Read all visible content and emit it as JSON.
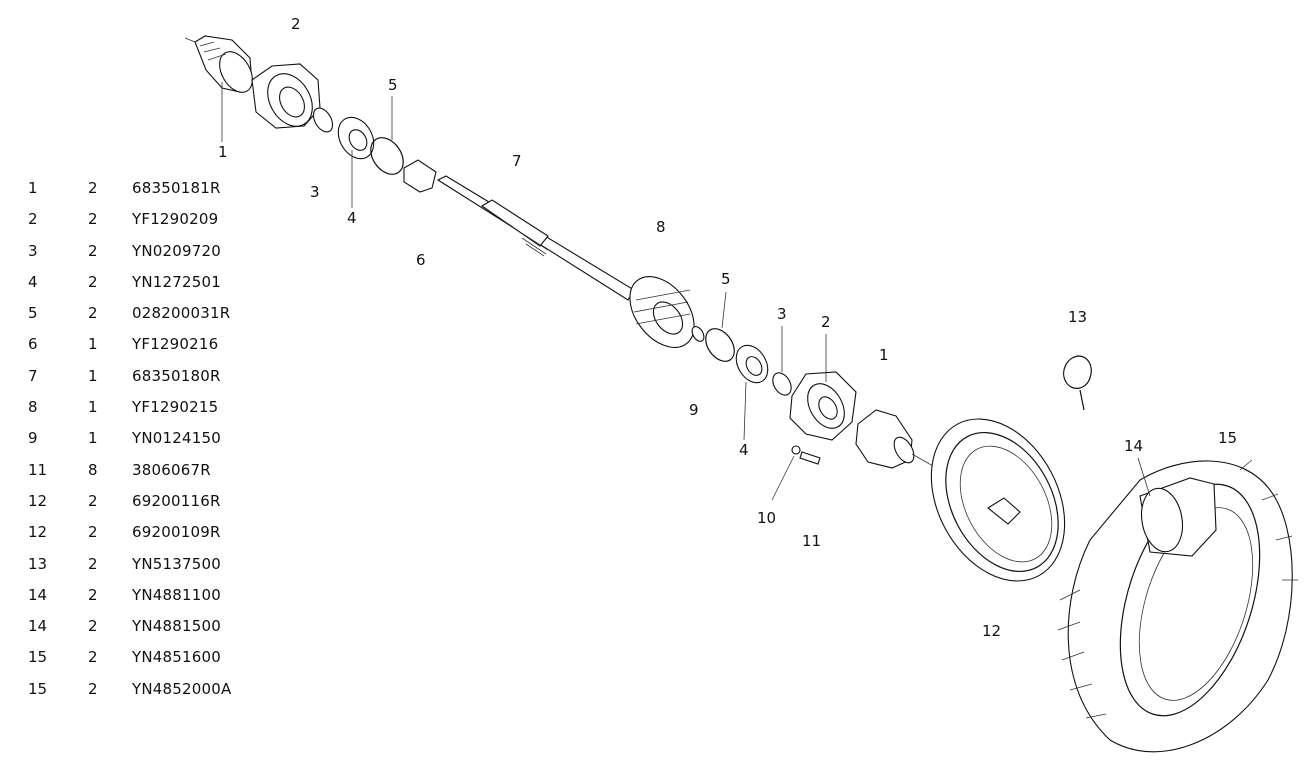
{
  "diagram": {
    "callouts": {
      "c1_top": "1",
      "c2_top": "2",
      "c3_top": "3",
      "c4_top": "4",
      "c5_top": "5",
      "c6": "6",
      "c7": "7",
      "c8": "8",
      "c5_mid": "5",
      "c3_mid": "3",
      "c2_mid": "2",
      "c1_mid": "1",
      "c9": "9",
      "c4_mid": "4",
      "c10": "10",
      "c11": "11",
      "c12": "12",
      "c13": "13",
      "c14": "14",
      "c15": "15"
    }
  },
  "parts_table": {
    "rows": [
      {
        "ref": "1",
        "qty": "2",
        "part_no": "68350181R"
      },
      {
        "ref": "2",
        "qty": "2",
        "part_no": "YF1290209"
      },
      {
        "ref": "3",
        "qty": "2",
        "part_no": "YN0209720"
      },
      {
        "ref": "4",
        "qty": "2",
        "part_no": "YN1272501"
      },
      {
        "ref": "5",
        "qty": "2",
        "part_no": "028200031R"
      },
      {
        "ref": "6",
        "qty": "1",
        "part_no": "YF1290216"
      },
      {
        "ref": "7",
        "qty": "1",
        "part_no": "68350180R"
      },
      {
        "ref": "8",
        "qty": "1",
        "part_no": "YF1290215"
      },
      {
        "ref": "9",
        "qty": "1",
        "part_no": "YN0124150"
      },
      {
        "ref": "11",
        "qty": "8",
        "part_no": "3806067R"
      },
      {
        "ref": "12",
        "qty": "2",
        "part_no": "69200116R"
      },
      {
        "ref": "12",
        "qty": "2",
        "part_no": "69200109R"
      },
      {
        "ref": "13",
        "qty": "2",
        "part_no": "YN5137500"
      },
      {
        "ref": "14",
        "qty": "2",
        "part_no": "YN4881100"
      },
      {
        "ref": "14",
        "qty": "2",
        "part_no": "YN4881500"
      },
      {
        "ref": "15",
        "qty": "2",
        "part_no": "YN4851600"
      },
      {
        "ref": "15",
        "qty": "2",
        "part_no": "YN4852000A"
      }
    ]
  }
}
